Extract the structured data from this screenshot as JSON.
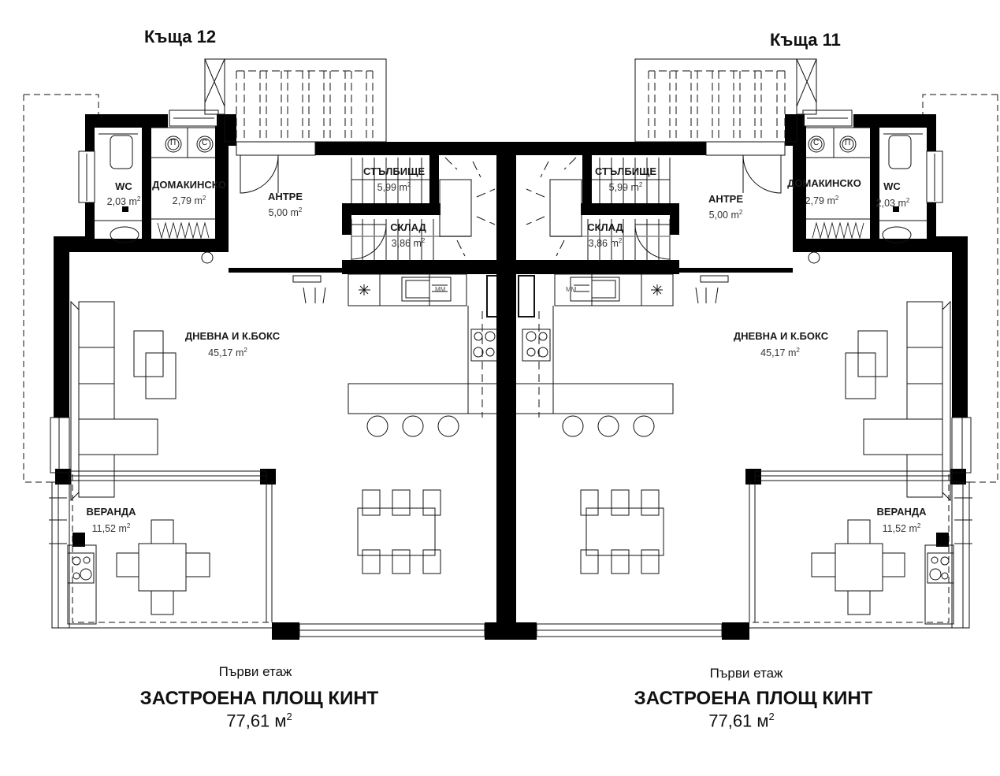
{
  "houses": [
    {
      "title": "Къща 12",
      "rooms": {
        "wc": {
          "name": "WC",
          "area": "2,03",
          "unit": "m",
          "exp": "2"
        },
        "utility": {
          "name": "ДОМАКИНСКО",
          "area": "2,79",
          "unit": "m",
          "exp": "2"
        },
        "entrance": {
          "name": "АНТРЕ",
          "area": "5,00",
          "unit": "m",
          "exp": "2"
        },
        "staircase": {
          "name": "СТЪЛБИЩЕ",
          "area": "5,99",
          "unit": "m",
          "exp": "2"
        },
        "storage": {
          "name": "СКЛАД",
          "area": "3,86",
          "unit": "m",
          "exp": "2"
        },
        "living": {
          "name": "ДНЕВНА И К.БОКС",
          "area": "45,17",
          "unit": "m",
          "exp": "2"
        },
        "veranda": {
          "name": "ВЕРАНДА",
          "area": "11,52",
          "unit": "m",
          "exp": "2"
        }
      },
      "appliance_labels": {
        "washer": "П",
        "dryer": "С",
        "microwave": "MM"
      },
      "footer": {
        "floor": "Първи етаж",
        "built_title": "ЗАСТРОЕНА ПЛОЩ КИНТ",
        "built_area": "77,61 м",
        "built_exp": "2"
      }
    },
    {
      "title": "Къща 11",
      "rooms": {
        "wc": {
          "name": "WC",
          "area": "2,03",
          "unit": "m",
          "exp": "2"
        },
        "utility": {
          "name": "ДОМАКИНСКО",
          "area": "2,79",
          "unit": "m",
          "exp": "2"
        },
        "entrance": {
          "name": "АНТРЕ",
          "area": "5,00",
          "unit": "m",
          "exp": "2"
        },
        "staircase": {
          "name": "СТЪЛБИЩЕ",
          "area": "5,99",
          "unit": "m",
          "exp": "2"
        },
        "storage": {
          "name": "СКЛАД",
          "area": "3,86",
          "unit": "m",
          "exp": "2"
        },
        "living": {
          "name": "ДНЕВНА И К.БОКС",
          "area": "45,17",
          "unit": "m",
          "exp": "2"
        },
        "veranda": {
          "name": "ВЕРАНДА",
          "area": "11,52",
          "unit": "m",
          "exp": "2"
        }
      },
      "appliance_labels": {
        "washer": "П",
        "dryer": "С",
        "microwave": "MM"
      },
      "footer": {
        "floor": "Първи етаж",
        "built_title": "ЗАСТРОЕНА ПЛОЩ КИНТ",
        "built_area": "77,61 м",
        "built_exp": "2"
      }
    }
  ],
  "colors": {
    "wall": "#000000",
    "line": "#111111",
    "background": "#ffffff"
  }
}
